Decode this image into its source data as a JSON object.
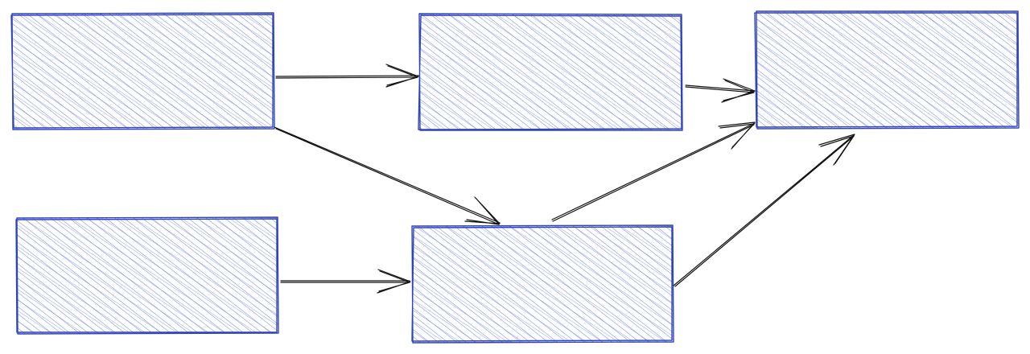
{
  "diagram": {
    "style": "hand-drawn",
    "colors": {
      "node_stroke": "#2f44b8",
      "node_hatch": "#6f86e6",
      "edge_stroke": "#141414",
      "background": "#ffffff"
    },
    "nodes": [
      {
        "id": "top-left"
      },
      {
        "id": "top-middle"
      },
      {
        "id": "top-right"
      },
      {
        "id": "bottom-left"
      },
      {
        "id": "bottom-middle"
      }
    ],
    "edges": [
      {
        "from": "top-left",
        "to": "top-middle"
      },
      {
        "from": "top-left",
        "to": "bottom-middle"
      },
      {
        "from": "top-middle",
        "to": "top-right"
      },
      {
        "from": "bottom-left",
        "to": "bottom-middle"
      },
      {
        "from": "bottom-middle",
        "to": "top-right"
      },
      {
        "from": "bottom-middle",
        "to": "top-right"
      }
    ]
  }
}
